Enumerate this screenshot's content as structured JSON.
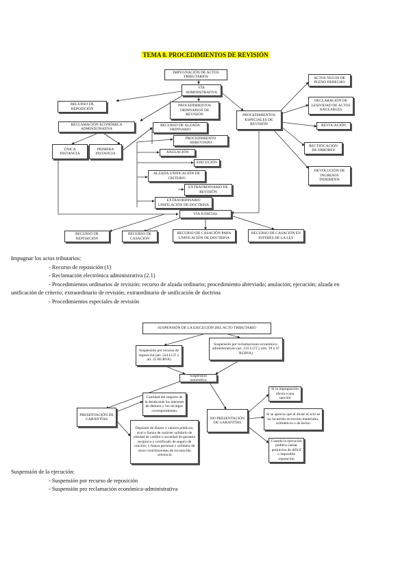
{
  "title": "TEMA 8. PROCEDIMIENTOS DE REVISIÓN",
  "diagram1": {
    "impugnacion": "IMPUGNACIÓN DE ACTOS TRIBUTARIOS",
    "via_administrativa": "VÍA ADMINISTRATIVA",
    "recurso_reposicion": "RECURSO DE REPOSICIÓN",
    "procedimientos_ordinarios": "PROCEDIMIENTOS ORDINARIOS DE REVISIÓN",
    "procedimientos_especiales": "PROCEDIMIENTOS ESPECIALES DE REVISIÓN",
    "reclamacion": "RECLAMACIÓN ECONÓMICA ADMINISTRATIVA",
    "unica_instancia": "ÚNICA INSTANCIA",
    "primera_instancia": "PRIMERA INSTANCIA",
    "alzada_ordinario": "RECURSO DE ALZADA ORDINARIO",
    "abreviado": "PROCEDIMIENTO ABREVIADO",
    "anulacion": "ANULACIÓN",
    "ejecucion": "EJECUCIÓN",
    "alzada_unificacion": "ALZADA UNIFICACIÓN DE CRITERIO",
    "extraordinario_revision": "EXTRAORDINARIO DE REVISIÓN",
    "extraordinario_unificacion": "EXTRAORDINARIO UNIFICACIÓN DE DOCTRINA",
    "via_judicial": "VÍA JUDICIAL",
    "actos_nulos": "ACTOS NULOS DE PLENO DERECHO",
    "lesividad": "DECLARACIÓN DE LESIVIDAD DE ACTOS ANULABLES",
    "revocacion": "REVOCACIÓN",
    "rectificacion": "RECTIFICACIÓN DE ERRORES",
    "devolucion": "DEVOLUCIÓN DE INGRESOS INDEBIDOS",
    "judicial_reposicion": "RECURSO DE REPOSICIÓN",
    "casacion": "RECURSO DE CASACIÓN",
    "casacion_unificacion": "RECURSO DE CASACIÓN PARA UNIFICACIÓN DE DOCTRINA",
    "casacion_ley": "RECURSO DE CASACIÓN EN INTERÉS DE LA LEY"
  },
  "list1": {
    "heading": "Impugnar los actos tributarios:",
    "items": [
      "- Recurso de reposición (1)",
      "- Reclamación electrónica administrativa (2.1)",
      "- Procedimientos ordinarios de revisión: recurso de alzada ordinario; procedimiento abreviado; anulación; ejecución; alzada en",
      "unificación de criterio; extraordinario de revisión; extraordinario de unificación de doctrina",
      "- Procedimientos especiales de revisión"
    ]
  },
  "diagram2": {
    "suspension_title": "SUSPENSIÓN DE LA EJECUCIÓN DEL ACTO TRIBUTARIO",
    "por_recurso": "Suspensión por recurso de reposición (art. 224 LGT y art. 25 RGRVA)",
    "por_reclamacion": "Suspensión por reclamaciones económico-administrativas (art. 233 LGT y arts. 39 a 47 RGRVA)",
    "suspension": "Suspensión automática",
    "presentacion": "PRESENTACIÓN DE GARANTÍAS",
    "no_presentacion": "NO PRESENTACIÓN DE GARANTÍAS",
    "garantia_1": "Cantidad del importe de la deuda más los intereses de demora y los recargos correspondientes",
    "garantia_2": "Depósito de dinero o valores públicos; aval o fianza de carácter solidario de entidad de crédito o sociedad de garantía recíproca o certificado de seguro de caución; y fianza personal y solidaria de otros contribuyentes de reconocida solvencia",
    "no_gar_1": "Si la impugnación afecta a una sanción",
    "no_gar_2": "Si se aprecia que al dictar el acto se ha incurrido en errores materiales, aritméticos o de hecho",
    "no_gar_3": "Cuando la ejecución pudiera causar perjuicios de difícil o imposible reparación"
  },
  "list2": {
    "heading": "Suspensión de la ejecución:",
    "items": [
      "- Suspensión por recurso de reposición",
      "- Suspensión pro reclamación económica-administrativa"
    ]
  }
}
